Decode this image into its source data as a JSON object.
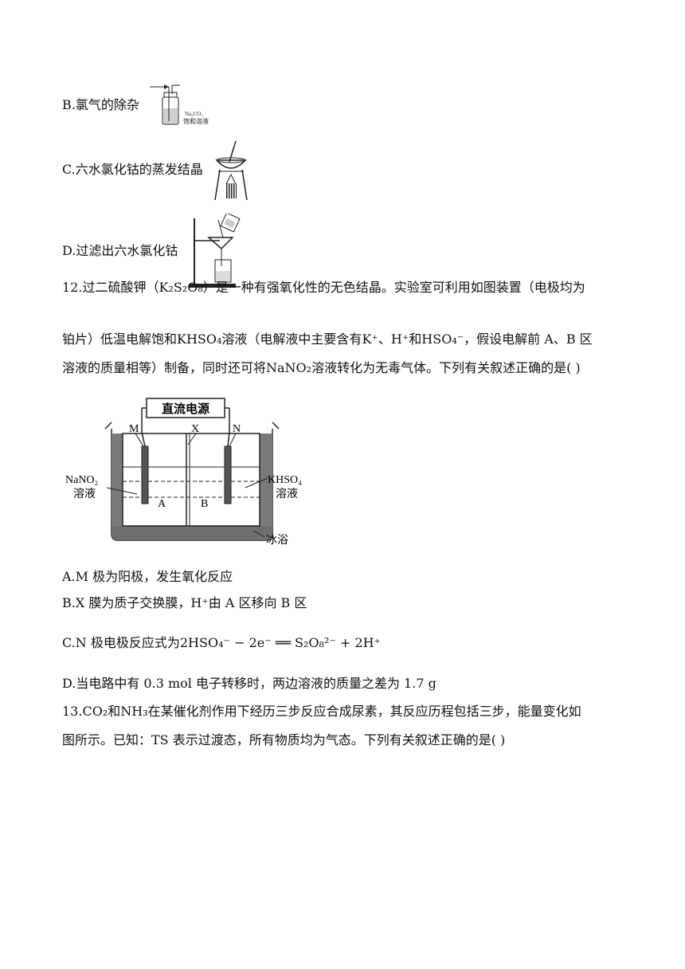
{
  "options_q11": {
    "B": "B.氯气的除杂",
    "C": "C.六水氯化钴的蒸发结晶",
    "D": "D.过滤出六水氯化钴"
  },
  "fig_b": {
    "label1": "Na₂CO₃",
    "label2": "饱和溶液"
  },
  "q12": {
    "p1_a": "12.过二硫酸钾（",
    "formula_main": "K₂S₂O₈",
    "p1_b": "）是一种有强氧化性的无色结晶。实验室可利用如图装置（电极均为",
    "p2_a": "铂片）低温电解饱和",
    "khso4": "KHSO₄",
    "p2_b": "溶液（电解液中主要含有",
    "ion_k": "K⁺",
    "sep": "、",
    "ion_h": "H⁺",
    "and": "和",
    "ion_hso4": "HSO₄⁻",
    "p2_c": "，假设电解前 A、B 区",
    "p3_a": "溶液的质量相等）制备，同时还可将",
    "nano2": "NaNO₂",
    "p3_b": "溶液转化为无毒气体。下列有关叙述正确的是(   )"
  },
  "diagram": {
    "power": "直流电源",
    "M": "M",
    "X": "X",
    "N": "N",
    "left_sol1": "NaNO₂",
    "left_sol2": "溶液",
    "right_sol1": "KHSO₄",
    "right_sol2": "溶液",
    "A": "A",
    "B": "B",
    "bath": "冰浴"
  },
  "options_q12": {
    "A": "A.M 极为阳极，发生氧化反应",
    "B_a": "B.X 膜为质子交换膜，",
    "B_ion": "H⁺",
    "B_b": "由 A 区移向 B 区",
    "C_a": "C.N 极电极反应式为",
    "C_eq": "2HSO₄⁻ − 2e⁻ ══ S₂O₈²⁻ + 2H⁺",
    "D": "D.当电路中有 0.3 mol 电子转移时，两边溶液的质量之差为 1.7 g"
  },
  "q13": {
    "p1_a": "13.",
    "co2": "CO₂",
    "and": "和",
    "nh3": "NH₃",
    "p1_b": "在某催化剂作用下经历三步反应合成尿素，其反应历程包括三步，能量变化如",
    "p2": "图所示。已知：TS 表示过渡态，所有物质均为气态。下列有关叙述正确的是(   )"
  }
}
